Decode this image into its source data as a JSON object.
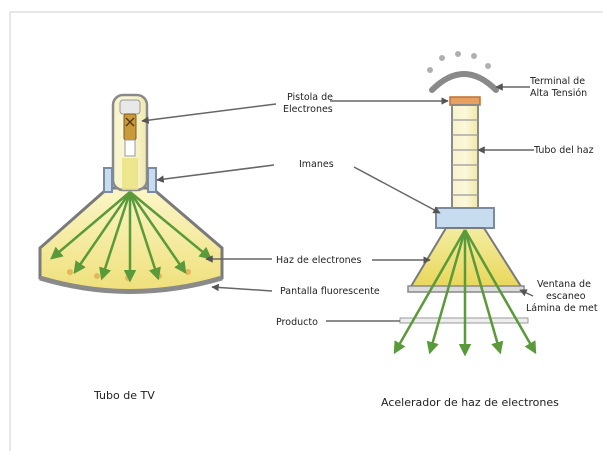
{
  "colors": {
    "glass_fill": "#f2eeb0",
    "glow_fill": "#f0e26a",
    "beam_green": "#5a9a3a",
    "outline": "#7a7a7a",
    "magnet_fill": "#c8dcf0",
    "screen_dots": "#e8c060",
    "terminal_gray": "#888888",
    "tube_orange": "#d08a50"
  },
  "labels": {
    "gun": [
      "Pistola de",
      "Electrones"
    ],
    "magnets": "Imanes",
    "beam": "Haz de electrones",
    "screen": "Pantalla fluorescente",
    "product": "Producto",
    "terminal": [
      "Terminal de",
      "Alta Tensión"
    ],
    "tube": "Tubo del haz",
    "window": [
      "Ventana de",
      "escaneo"
    ],
    "foil": "Lámina de met",
    "tv_caption": "Tubo de TV",
    "accel_caption": "Acelerador de haz de electrones"
  },
  "icons": {
    "gun": "electron-gun-icon",
    "terminal": "high-voltage-terminal-icon"
  }
}
